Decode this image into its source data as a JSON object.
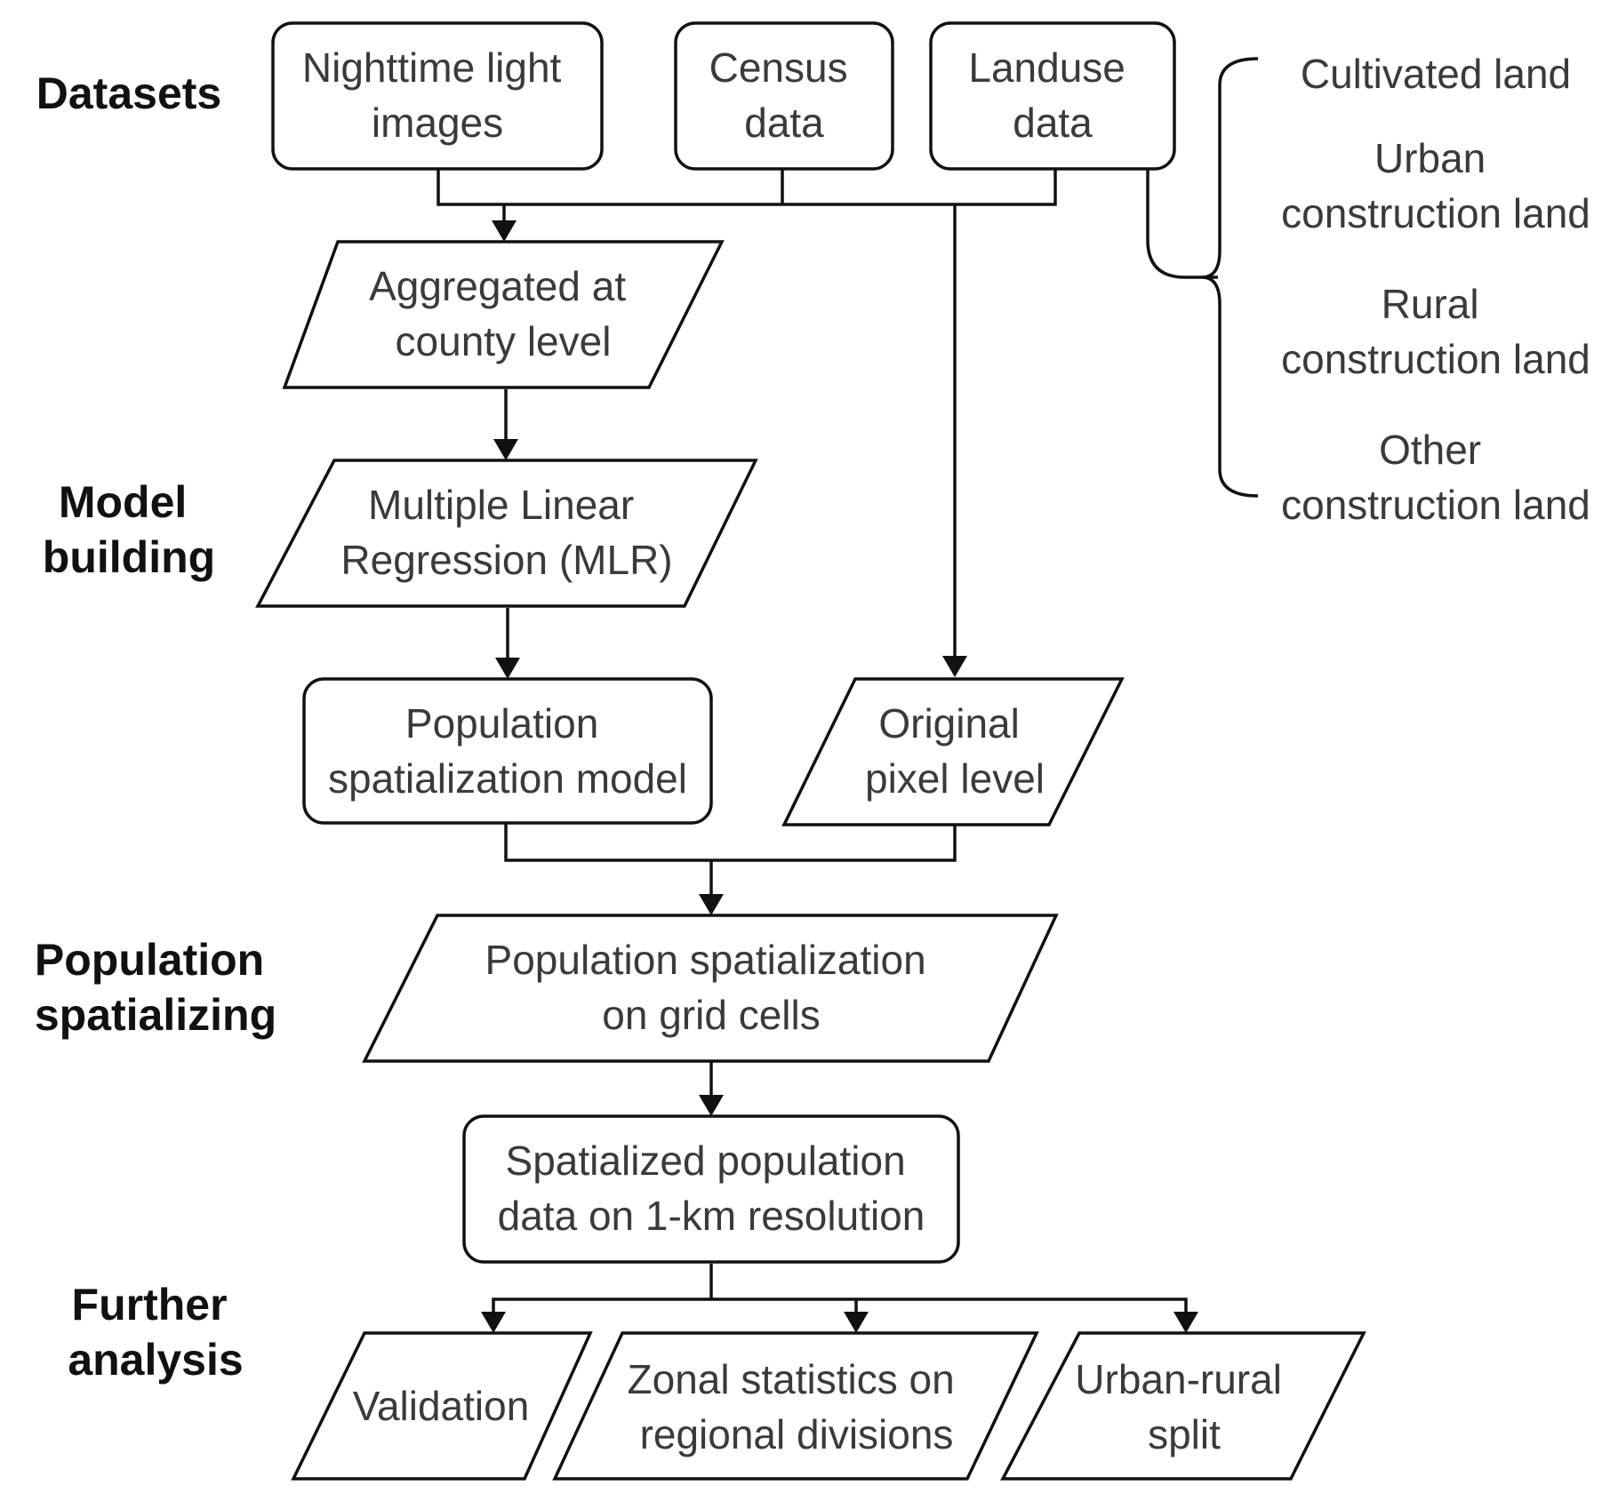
{
  "stages": {
    "datasets": [
      "Datasets"
    ],
    "model_building": [
      "Model",
      "building"
    ],
    "population_spatializing": [
      "Population",
      "spatializing"
    ],
    "further_analysis": [
      "Further",
      "analysis"
    ]
  },
  "nodes": {
    "nighttime_light": [
      "Nighttime light",
      "images"
    ],
    "census": [
      "Census",
      "data"
    ],
    "landuse": [
      "Landuse",
      "data"
    ],
    "aggregated": [
      "Aggregated at",
      "county level"
    ],
    "mlr": [
      "Multiple Linear",
      "Regression (MLR)"
    ],
    "pop_model": [
      "Population",
      "spatialization model"
    ],
    "original_pixel": [
      "Original",
      "pixel level"
    ],
    "pop_grid": [
      "Population spatialization",
      "on grid cells"
    ],
    "spatialized": [
      "Spatialized population",
      "data on 1-km resolution"
    ],
    "validation": [
      "Validation"
    ],
    "zonal": [
      "Zonal statistics on",
      "regional divisions"
    ],
    "urban_rural": [
      "Urban-rural",
      "split"
    ]
  },
  "landuse_types": {
    "cultivated": [
      "Cultivated land"
    ],
    "urban": [
      "Urban",
      "construction land"
    ],
    "rural": [
      "Rural",
      "construction land"
    ],
    "other": [
      "Other",
      "construction land"
    ]
  },
  "colors": {
    "stroke": "#111111",
    "node_text": "#3a3a3a",
    "stage_text": "#111111",
    "background": "#ffffff"
  }
}
